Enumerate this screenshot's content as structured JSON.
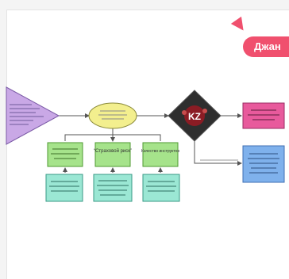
{
  "collaborator": {
    "name": "Джан",
    "color": "#f0506e"
  },
  "nodes": {
    "triangle": {
      "color": "#c9a8e6",
      "stroke": "#7b5aa6"
    },
    "ellipse": {
      "color": "#f3ef8e",
      "stroke": "#8a8a3a"
    },
    "diamond_logo": {
      "text": "KZ",
      "color": "#8b1c24"
    },
    "pink_box": {
      "color": "#e85a9c",
      "stroke": "#9a2c63"
    },
    "blue_box": {
      "color": "#7fb1ec",
      "stroke": "#3f6fb3"
    },
    "green_boxes": [
      {
        "label": "",
        "color": "#a6e38b"
      },
      {
        "label": "“Страховой риск”",
        "color": "#a6e38b"
      },
      {
        "label": "Качество инструктов",
        "color": "#a6e38b"
      }
    ],
    "teal_boxes": [
      {
        "color": "#9be7d4"
      },
      {
        "color": "#9be7d4"
      },
      {
        "color": "#9be7d4"
      }
    ]
  }
}
